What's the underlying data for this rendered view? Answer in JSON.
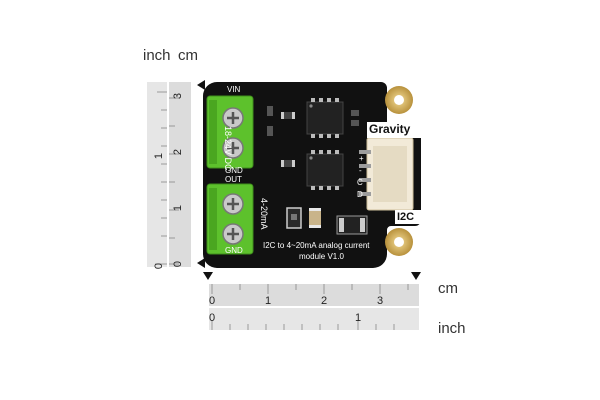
{
  "rulers": {
    "vertical_units": {
      "inch": "inch",
      "cm": "cm"
    },
    "horizontal_units": {
      "cm": "cm",
      "inch": "inch"
    },
    "vertical_inch_ticks": [
      "0",
      "1"
    ],
    "vertical_cm_ticks": [
      "0",
      "1",
      "2",
      "3"
    ],
    "horizontal_cm_ticks": [
      "0",
      "1",
      "2",
      "3"
    ],
    "horizontal_inch_ticks": [
      "0",
      "1"
    ]
  },
  "board": {
    "brand": "Gravity",
    "interface": "I2C",
    "terminal_top": {
      "top_label": "VIN",
      "bottom_label": "GND",
      "side_label": "18-24V DC"
    },
    "terminal_bottom": {
      "top_label": "OUT",
      "bottom_label": "GND",
      "side_label": "4-20mA"
    },
    "pin_labels": [
      "+",
      "-",
      "C",
      "D"
    ],
    "description_line1": "I2C to 4~20mA analog current",
    "description_line2": "module V1.0"
  },
  "colors": {
    "pcb": "#111111",
    "terminal_green": "#5dc12c",
    "connector_white": "#f2ead8",
    "gold": "#caa554",
    "ruler_gray": "#dcdcdc"
  }
}
